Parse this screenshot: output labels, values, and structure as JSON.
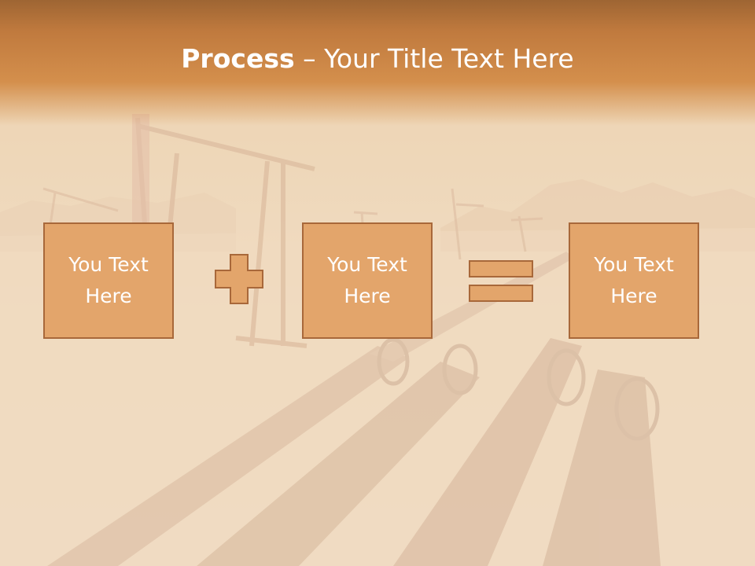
{
  "slide": {
    "title_bold": "Process",
    "title_rest": " – Your Title Text Here",
    "boxes": [
      {
        "text": "You Text Here"
      },
      {
        "text": "You Text Here"
      },
      {
        "text": "You Text Here"
      }
    ],
    "operators": [
      "plus-icon",
      "equals-icon"
    ],
    "colors": {
      "box_fill": "#e3a56b",
      "box_border": "#a8683a",
      "title_band": "#c07a3e",
      "title_text": "#ffffff"
    }
  }
}
